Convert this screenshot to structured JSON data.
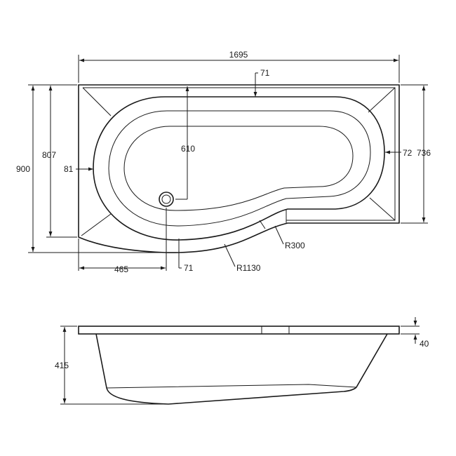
{
  "plan_view": {
    "overall_length": "1695",
    "wall_top_offset": "71",
    "inner_depth": "610",
    "right_wall_width": "72",
    "right_height": "736",
    "overall_width": "900",
    "left_height": "807",
    "left_wall_width": "81",
    "waste_position": "465",
    "bottom_wall_offset": "71",
    "front_radius": "R1130",
    "screen_radius": "R300"
  },
  "side_view": {
    "bath_depth": "415",
    "rim_thickness": "40"
  }
}
